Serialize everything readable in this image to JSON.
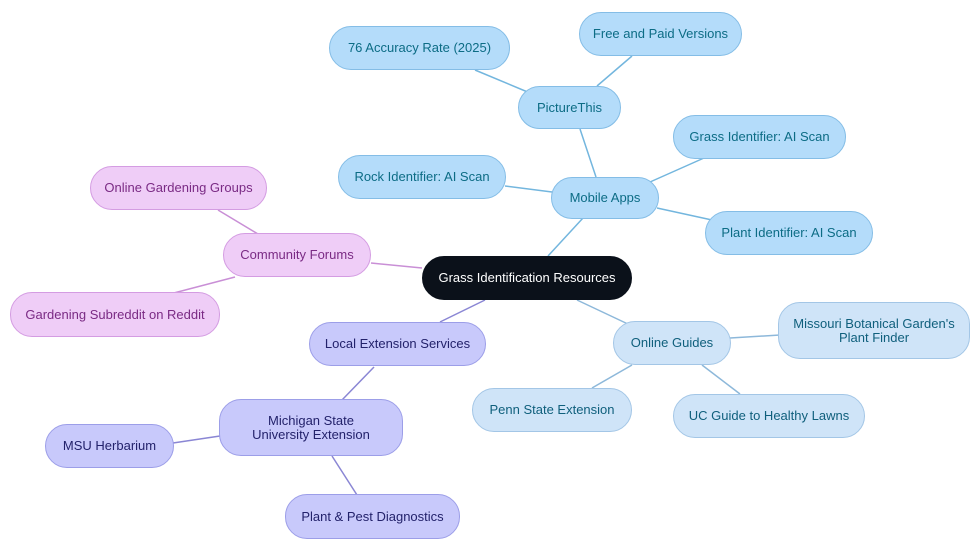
{
  "colors": {
    "root_bg": "#0b111a",
    "apps_bg": "#b4dcfa",
    "guides_bg": "#cfe4f8",
    "ext_bg": "#c8c9fb",
    "comm_bg": "#efcdf7",
    "apps_edge": "#73b6de",
    "guides_edge": "#8db8da",
    "ext_edge": "#8a86d4",
    "comm_edge": "#c98fd6"
  },
  "root": {
    "label": "Grass Identification Resources"
  },
  "branches": {
    "mobile_apps": {
      "label": "Mobile Apps",
      "picturethis": {
        "label": "PictureThis",
        "accuracy": "76 Accuracy Rate (2025)",
        "versions": "Free and Paid Versions"
      },
      "rock_identifier": "Rock Identifier: AI Scan",
      "grass_identifier": "Grass Identifier: AI Scan",
      "plant_identifier": "Plant Identifier: AI Scan"
    },
    "online_guides": {
      "label": "Online Guides",
      "missouri": "Missouri Botanical Garden's Plant Finder",
      "penn_state": "Penn State Extension",
      "uc_guide": "UC Guide to Healthy Lawns"
    },
    "local_extension": {
      "label": "Local Extension Services",
      "msu": {
        "label": "Michigan State University Extension",
        "herbarium": "MSU Herbarium",
        "diagnostics": "Plant & Pest Diagnostics"
      }
    },
    "community_forums": {
      "label": "Community Forums",
      "groups": "Online Gardening Groups",
      "reddit": "Gardening Subreddit on Reddit"
    }
  }
}
